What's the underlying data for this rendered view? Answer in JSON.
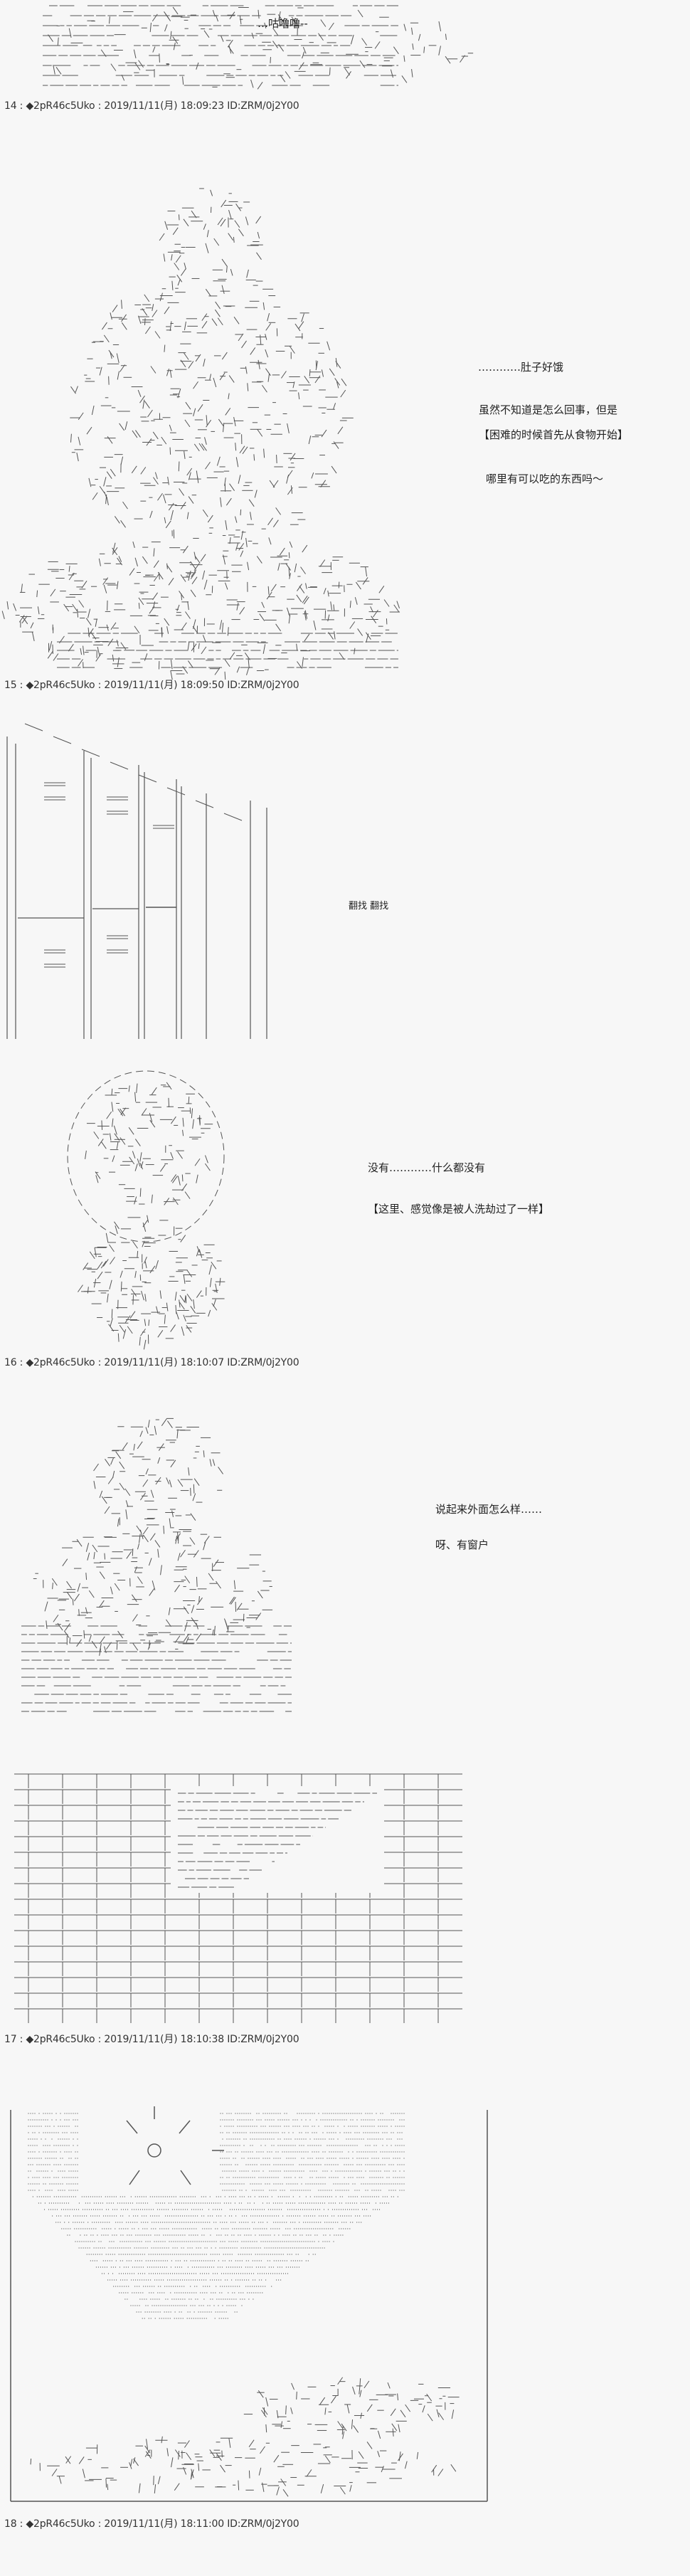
{
  "posts": [
    {
      "number": "14",
      "trip": "◆2pR46c5Uko",
      "datetime": "2019/11/11(月) 18:09:23",
      "id": "ID:ZRM/0j2Y00",
      "lines": [
        "…咕噜噜--"
      ]
    },
    {
      "number": "15",
      "trip": "◆2pR46c5Uko",
      "datetime": "2019/11/11(月) 18:09:50",
      "id": "ID:ZRM/0j2Y00",
      "lines": [
        "…………肚子好饿",
        "虽然不知道是怎么回事，但是",
        "【困难的时候首先从食物开始】",
        "哪里有可以吃的东西吗～"
      ]
    },
    {
      "number": "16",
      "trip": "◆2pR46c5Uko",
      "datetime": "2019/11/11(月) 18:10:07",
      "id": "ID:ZRM/0j2Y00",
      "lines": [
        "翻找  翻找",
        "没有…………什么都没有",
        "【这里、感觉像是被人洗劫过了一样】"
      ]
    },
    {
      "number": "17",
      "trip": "◆2pR46c5Uko",
      "datetime": "2019/11/11(月) 18:10:38",
      "id": "ID:ZRM/0j2Y00",
      "lines": [
        "说起来外面怎么样……",
        "呀、有窗户"
      ]
    },
    {
      "number": "18",
      "trip": "◆2pR46c5Uko",
      "datetime": "2019/11/11(月) 18:11:00",
      "id": "ID:ZRM/0j2Y00",
      "lines": []
    }
  ],
  "header_separator": " : ",
  "colors": {
    "background": "#f7f7f7",
    "text": "#222222",
    "art": "#555555"
  }
}
